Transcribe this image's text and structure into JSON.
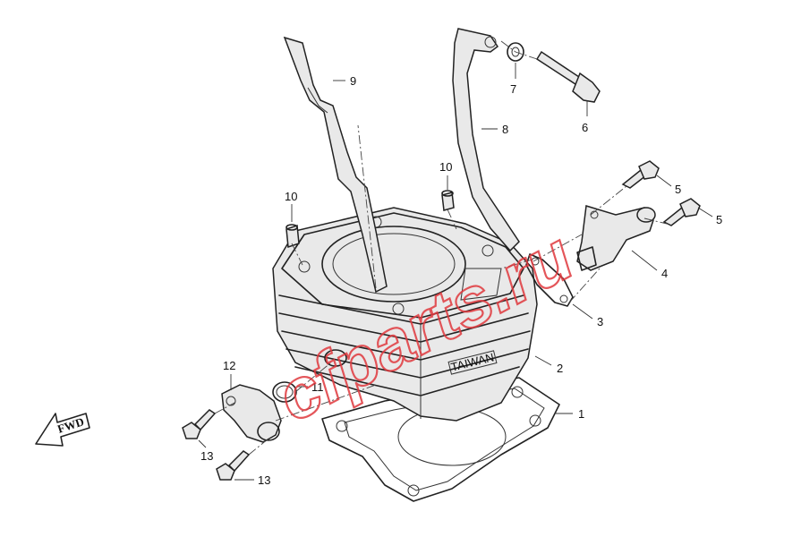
{
  "diagram": {
    "callouts": [
      {
        "id": "c1",
        "label": "1"
      },
      {
        "id": "c2",
        "label": "2"
      },
      {
        "id": "c3",
        "label": "3"
      },
      {
        "id": "c4",
        "label": "4"
      },
      {
        "id": "c5a",
        "label": "5"
      },
      {
        "id": "c5b",
        "label": "5"
      },
      {
        "id": "c6",
        "label": "6"
      },
      {
        "id": "c7",
        "label": "7"
      },
      {
        "id": "c8",
        "label": "8"
      },
      {
        "id": "c9",
        "label": "9"
      },
      {
        "id": "c10a",
        "label": "10"
      },
      {
        "id": "c10b",
        "label": "10"
      },
      {
        "id": "c11",
        "label": "11"
      },
      {
        "id": "c12",
        "label": "12"
      },
      {
        "id": "c13a",
        "label": "13"
      },
      {
        "id": "c13b",
        "label": "13"
      }
    ],
    "direction_label": "FWD",
    "cylinder_stamp": "TAIWAN",
    "watermark": "cfparts.ru"
  }
}
